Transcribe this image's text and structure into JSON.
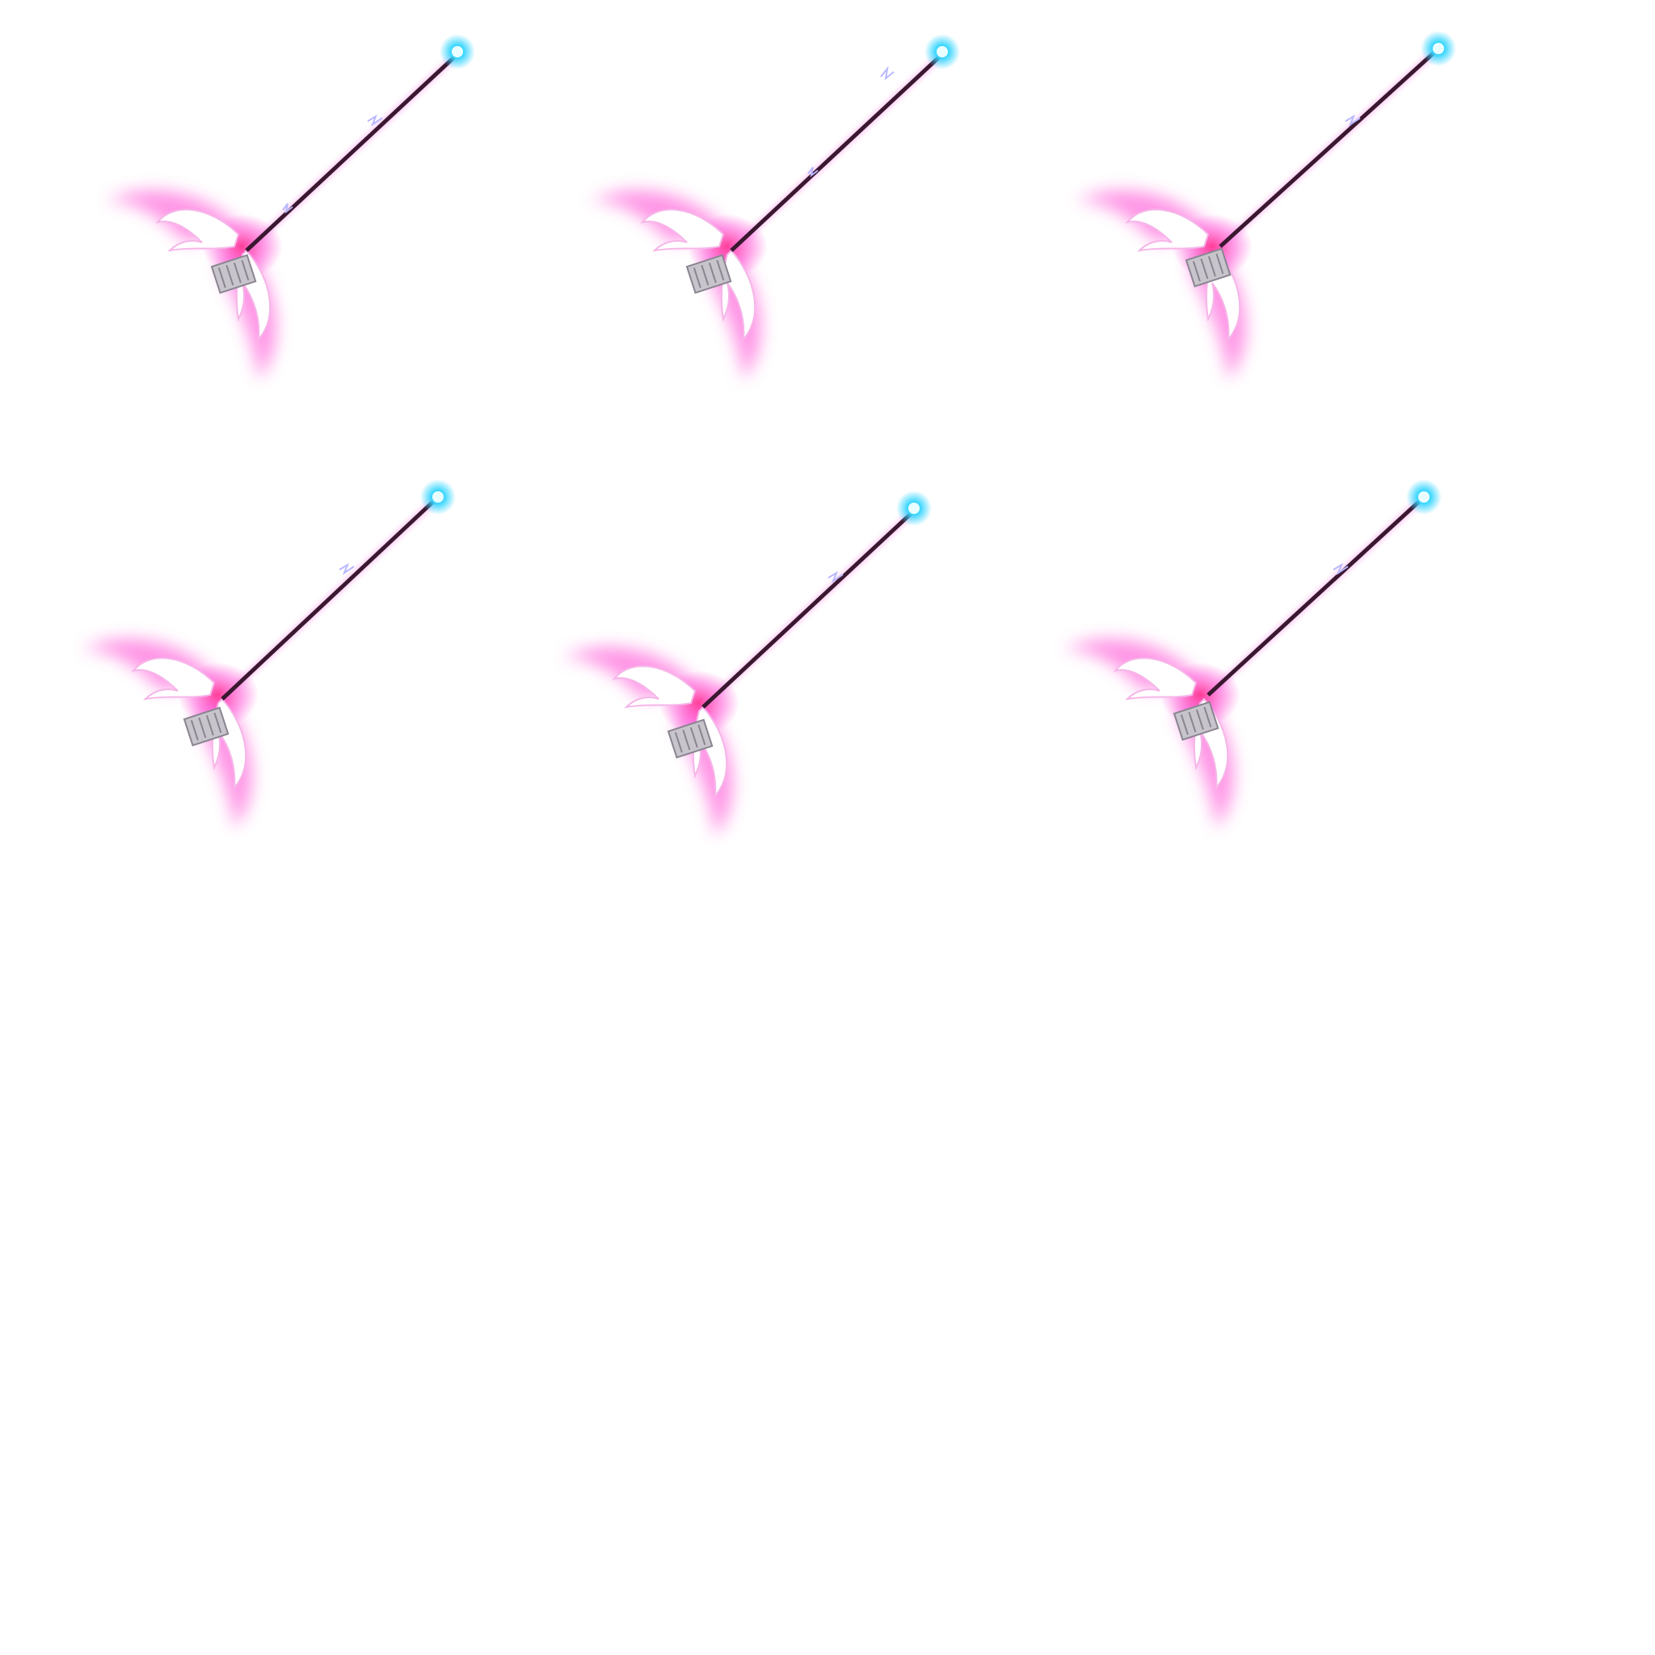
{
  "sprite_sheet": {
    "frame_count": 6,
    "grid_columns": 3,
    "grid_rows_used": 2,
    "frames": [
      {
        "name": "staff-frame-1"
      },
      {
        "name": "staff-frame-2"
      },
      {
        "name": "staff-frame-3"
      },
      {
        "name": "staff-frame-4"
      },
      {
        "name": "staff-frame-5"
      },
      {
        "name": "staff-frame-6"
      }
    ],
    "colors": {
      "background": "#ffffff",
      "gem_glow": "#38d6ff",
      "shaft": "#3a1830",
      "wing_glow": "#ff3fd2",
      "wing_core": "#ffffff",
      "plate": "#b9b4bc"
    }
  }
}
